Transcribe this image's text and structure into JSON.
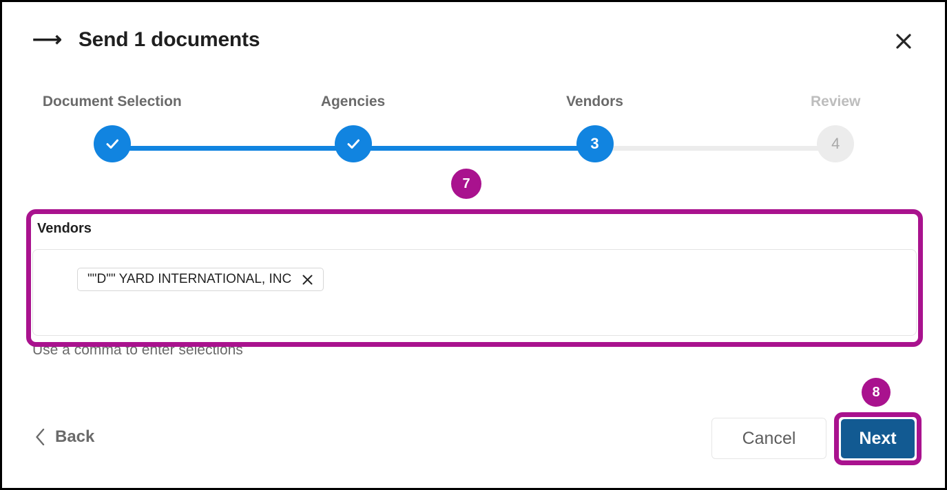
{
  "dialog": {
    "title": "Send 1 documents",
    "title_icon": "arrow-right-icon",
    "close_icon": "close-icon"
  },
  "stepper": {
    "steps": [
      {
        "label": "Document Selection",
        "marker": "check-icon",
        "state": "complete",
        "x_pct": 9.6
      },
      {
        "label": "Agencies",
        "marker": "check-icon",
        "state": "complete",
        "x_pct": 36.5
      },
      {
        "label": "Vendors",
        "marker": "3",
        "state": "current",
        "x_pct": 63.5
      },
      {
        "label": "Review",
        "marker": "4",
        "state": "pending",
        "x_pct": 90.4
      }
    ],
    "active_color": "#1184E0",
    "inactive_color": "#ECECEC"
  },
  "vendors": {
    "label": "Vendors",
    "helper_text": "Use a comma to enter selections",
    "chips": [
      {
        "text": "\"\"D\"\" YARD INTERNATIONAL, INC",
        "remove_icon": "close-icon"
      }
    ]
  },
  "footer": {
    "back_label": "Back",
    "back_icon": "chevron-left-icon",
    "cancel_label": "Cancel",
    "next_label": "Next",
    "next_color": "#125A92"
  },
  "annotations": {
    "highlight_color": "#A9128E",
    "badges": [
      {
        "id": "7",
        "target": "vendors-field"
      },
      {
        "id": "8",
        "target": "next-button"
      }
    ]
  }
}
